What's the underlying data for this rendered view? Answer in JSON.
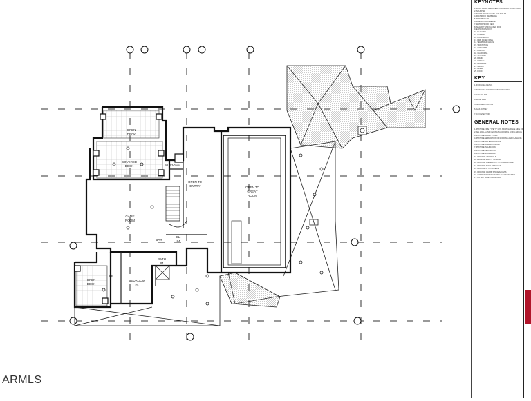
{
  "watermark": "ARMLS",
  "rooms": {
    "open_deck_top": [
      "OPEN",
      "DECK"
    ],
    "covered_deck": [
      "COVERED",
      "DECK"
    ],
    "storage": "STORAGE",
    "open_to_entry": [
      "OPEN TO",
      "ENTRY"
    ],
    "open_to_great_room": [
      "OPEN TO",
      "GREAT",
      "ROOM"
    ],
    "game_room": [
      "GAME",
      "ROOM"
    ],
    "bedroom": [
      "BEDROOM",
      "#4"
    ],
    "open_deck_bottom": [
      "OPEN",
      "DECK"
    ],
    "bath": [
      "BATH",
      "#4"
    ],
    "closet": [
      "CL.",
      "#4"
    ],
    "bar": "BAR"
  },
  "keynotes": {
    "title": "KEYNOTES",
    "items": [
      "ROOF DRAIN AND OVERFLOW DRAIN TO DAYLIGHT",
      "SCUPPER",
      "SLOPE TO DRAIN MIN. 1/4\" PER FT",
      "FLAT ROOF MEMBRANE",
      "PARAPET CAP",
      "FIRE RATED ASSEMBLY",
      "WATERPROOF DECK",
      "SEALANT AND BACKER ROD",
      "EXPANSION JOINT",
      "FLASHING",
      "GUTTER",
      "DOWNSPOUT",
      "FIRE RATED WALL",
      "TEMPERED GLASS",
      "TRANSITION",
      "CONCRETE",
      "RAILING",
      "GUARDRAIL",
      "SKYLIGHT",
      "DRAIN",
      "TYPICAL",
      "FLASHING",
      "GRADE",
      "FINISH",
      "ROOF"
    ]
  },
  "key": {
    "title": "KEY",
    "items": [
      "INDICATES DETAIL",
      "INDICATES DOOR OR WINDOW DETAIL",
      "CEILING FAN",
      "HOSE BIBB",
      "SMOKE DETECTOR",
      "GAS OUTLET",
      "CO DETECTOR"
    ]
  },
  "general_notes": {
    "title": "GENERAL NOTES",
    "items": [
      "PROVIDE FIRE TYPE \"X\" GYP. BD AT GARAGE SIDE OF",
      "ALL WALLS AND CEILINGS ADJOINING LIVING SPACE",
      "PROVIDE DRAFT STOPS",
      "PROVIDE SEPARATION OF ROOFING AND FLASHING",
      "PROVIDE WATERPROOFING",
      "PROVIDE DAMPPROOFING",
      "PROVIDE INSULATION",
      "PROVIDE VENTILATION",
      "PROVIDE GUARDRAILS",
      "PROVIDE HANDRAILS",
      "PROVIDE SAFETY GLAZING",
      "PROVIDE CLEARANCE TO COMBUSTIBLES",
      "PROVIDE ROOF DRAINAGE",
      "PROVIDE ATTIC ACCESS",
      "PROVIDE CRAWL SPACE ACCESS",
      "CONTRACTOR TO VERIFY ALL DIMENSIONS",
      "DO NOT SCALE DRAWINGS"
    ]
  }
}
